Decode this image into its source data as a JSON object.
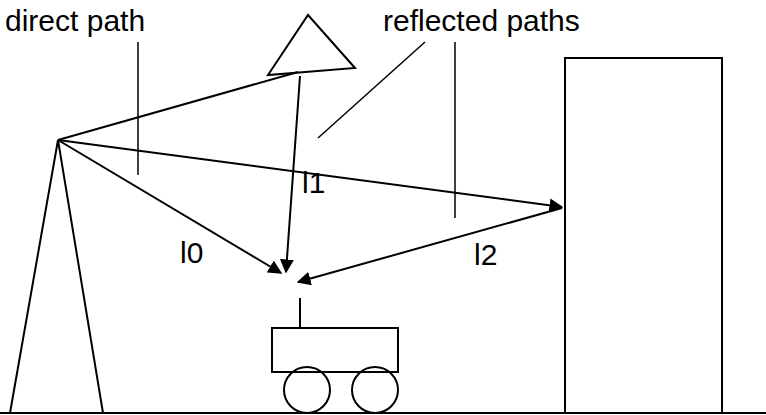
{
  "diagram": {
    "labels": [
      "direct path",
      "reflected paths",
      "l0",
      "l1",
      "l2"
    ]
  }
}
